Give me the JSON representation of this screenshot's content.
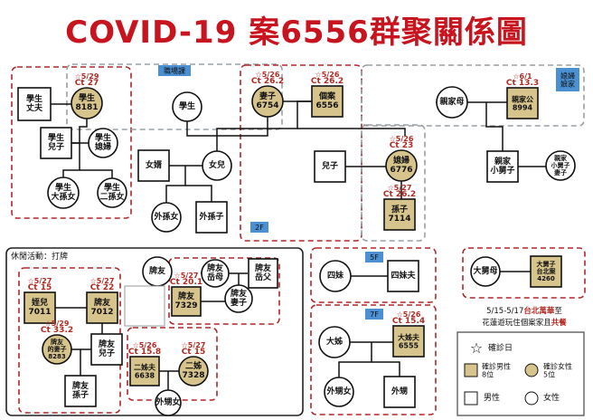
{
  "title": "COVID-19 案6556群聚關係圖",
  "colors": {
    "positive": "#d6c48c",
    "region": "#b0272c",
    "dashed_gray": "#9aa0a6",
    "tag": "#4a90d2",
    "accent": "#b22a22"
  },
  "tags": {
    "workplace": "職場課",
    "inlaws": "媳婦\n娘家",
    "floor2": "2F",
    "floor5": "5F",
    "floor7": "7F"
  },
  "nodes": [
    {
      "id": "husband",
      "shape": "rect",
      "label": "學生\n丈夫"
    },
    {
      "id": "c8181",
      "shape": "circle",
      "pos": true,
      "label": "學生\n8181",
      "tag": "☆5/29",
      "ct": "Ct 27"
    },
    {
      "id": "stuson",
      "shape": "rect",
      "label": "學生\n兒子"
    },
    {
      "id": "studil",
      "shape": "circle",
      "label": "學生\n媳婦"
    },
    {
      "id": "gd1",
      "shape": "circle",
      "label": "學生\n大孫女"
    },
    {
      "id": "gd2",
      "shape": "circle",
      "label": "學生\n二孫女"
    },
    {
      "id": "student",
      "shape": "circle",
      "label": "學生"
    },
    {
      "id": "c6754",
      "shape": "circle",
      "pos": true,
      "label": "妻子\n6754",
      "tag": "☆5/26",
      "ct": "Ct 26.2"
    },
    {
      "id": "c6556",
      "shape": "rect",
      "pos": true,
      "label": "個案\n6556",
      "tag": "☆5/26",
      "ct": "Ct 26.2"
    },
    {
      "id": "soninlaw",
      "shape": "rect",
      "label": "女婿"
    },
    {
      "id": "daughter",
      "shape": "circle",
      "label": "女兒"
    },
    {
      "id": "wgd",
      "shape": "circle",
      "label": "外孫女"
    },
    {
      "id": "wgs",
      "shape": "rect",
      "label": "外孫子"
    },
    {
      "id": "son",
      "shape": "rect",
      "label": "兒子"
    },
    {
      "id": "c6776",
      "shape": "circle",
      "pos": true,
      "label": "媳婦\n6776",
      "tag": "☆5/26",
      "ct": "Ct 23"
    },
    {
      "id": "c7114",
      "shape": "rect",
      "pos": true,
      "label": "孫子\n7114",
      "tag": "☆5/27",
      "ct": "Ct 26.2"
    },
    {
      "id": "inlawmom",
      "shape": "circle",
      "label": "親家母"
    },
    {
      "id": "c8994",
      "shape": "rect",
      "pos": true,
      "label": "親家公\n8994",
      "tag": "☆6/1",
      "ct": "Ct 13.3"
    },
    {
      "id": "inlawbro",
      "shape": "rect",
      "label": "親家\n小舅子"
    },
    {
      "id": "inlawbrowife",
      "shape": "circle",
      "label": "親家\n小舅子\n妻子"
    },
    {
      "id": "c7011",
      "shape": "rect",
      "pos": true,
      "label": "姪兒\n7011",
      "tag": "☆5/27",
      "ct": "Ct 15"
    },
    {
      "id": "c7012",
      "shape": "rect",
      "pos": true,
      "label": "牌友\n7012",
      "tag": "☆5/27",
      "ct": "Ct 22"
    },
    {
      "id": "c8283",
      "shape": "circle",
      "pos": true,
      "label": "牌友\n的妻子\n8283",
      "tag": "☆5/29",
      "ct": "Ct 33.2"
    },
    {
      "id": "pyson",
      "shape": "rect",
      "label": "牌友\n兒子"
    },
    {
      "id": "pygs",
      "shape": "rect",
      "label": "牌友\n孫子"
    },
    {
      "id": "paiyou",
      "shape": "circle",
      "label": "牌友"
    },
    {
      "id": "c7329",
      "shape": "rect",
      "pos": true,
      "label": "牌友\n7329",
      "tag": "☆5/27",
      "ct": "Ct 20.1"
    },
    {
      "id": "pymil",
      "shape": "circle",
      "label": "牌友\n岳母"
    },
    {
      "id": "pyfil",
      "shape": "rect",
      "label": "牌友\n岳父"
    },
    {
      "id": "pywife",
      "shape": "circle",
      "label": "牌友\n妻子"
    },
    {
      "id": "c6638",
      "shape": "rect",
      "pos": true,
      "label": "二姊夫\n6638",
      "tag": "☆5/26",
      "ct": "Ct 15.8"
    },
    {
      "id": "c7328",
      "shape": "circle",
      "pos": true,
      "label": "二姊\n7328",
      "tag": "☆5/27",
      "ct": "Ct 15"
    },
    {
      "id": "waisheng",
      "shape": "circle",
      "label": "外甥女"
    },
    {
      "id": "fourth_sis",
      "shape": "circle",
      "label": "四妹"
    },
    {
      "id": "fourth_bil",
      "shape": "rect",
      "label": "四妹夫"
    },
    {
      "id": "big_sis",
      "shape": "circle",
      "label": "大姊"
    },
    {
      "id": "c6555",
      "shape": "rect",
      "pos": true,
      "label": "大姊夫\n6555",
      "tag": "☆5/26",
      "ct": "Ct 15.4"
    },
    {
      "id": "waisheng_f",
      "shape": "circle",
      "label": "外甥女"
    },
    {
      "id": "waisheng_m",
      "shape": "rect",
      "label": "外甥"
    },
    {
      "id": "bigbro",
      "shape": "circle",
      "label": "大舅母"
    },
    {
      "id": "c4260",
      "shape": "rect",
      "pos": true,
      "label": "大舅子\n台北案\n4260"
    }
  ],
  "activity": "休閒活動：打牌",
  "note": {
    "line1_a": "5/15-5/17",
    "line1_b": "台北萬華",
    "line1_c": "至",
    "line2_a": "花蓮遊玩住個案家且",
    "line2_b": "共餐"
  },
  "legend": {
    "confirm_date": "確診日",
    "male_pos": "確診男性\n8位",
    "female_pos": "確診女性\n5位",
    "male": "男性",
    "female": "女性"
  }
}
